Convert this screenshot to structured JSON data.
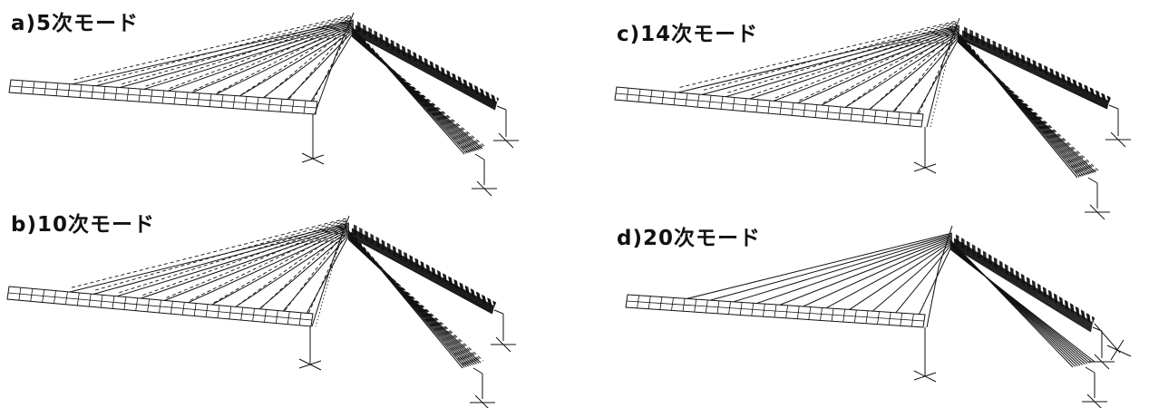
{
  "panels": [
    {
      "id": "a",
      "label": "a)5次モード"
    },
    {
      "id": "b",
      "label": "b)10次モード"
    },
    {
      "id": "c",
      "label": "c)14次モード"
    },
    {
      "id": "d",
      "label": "d)20次モード"
    }
  ]
}
